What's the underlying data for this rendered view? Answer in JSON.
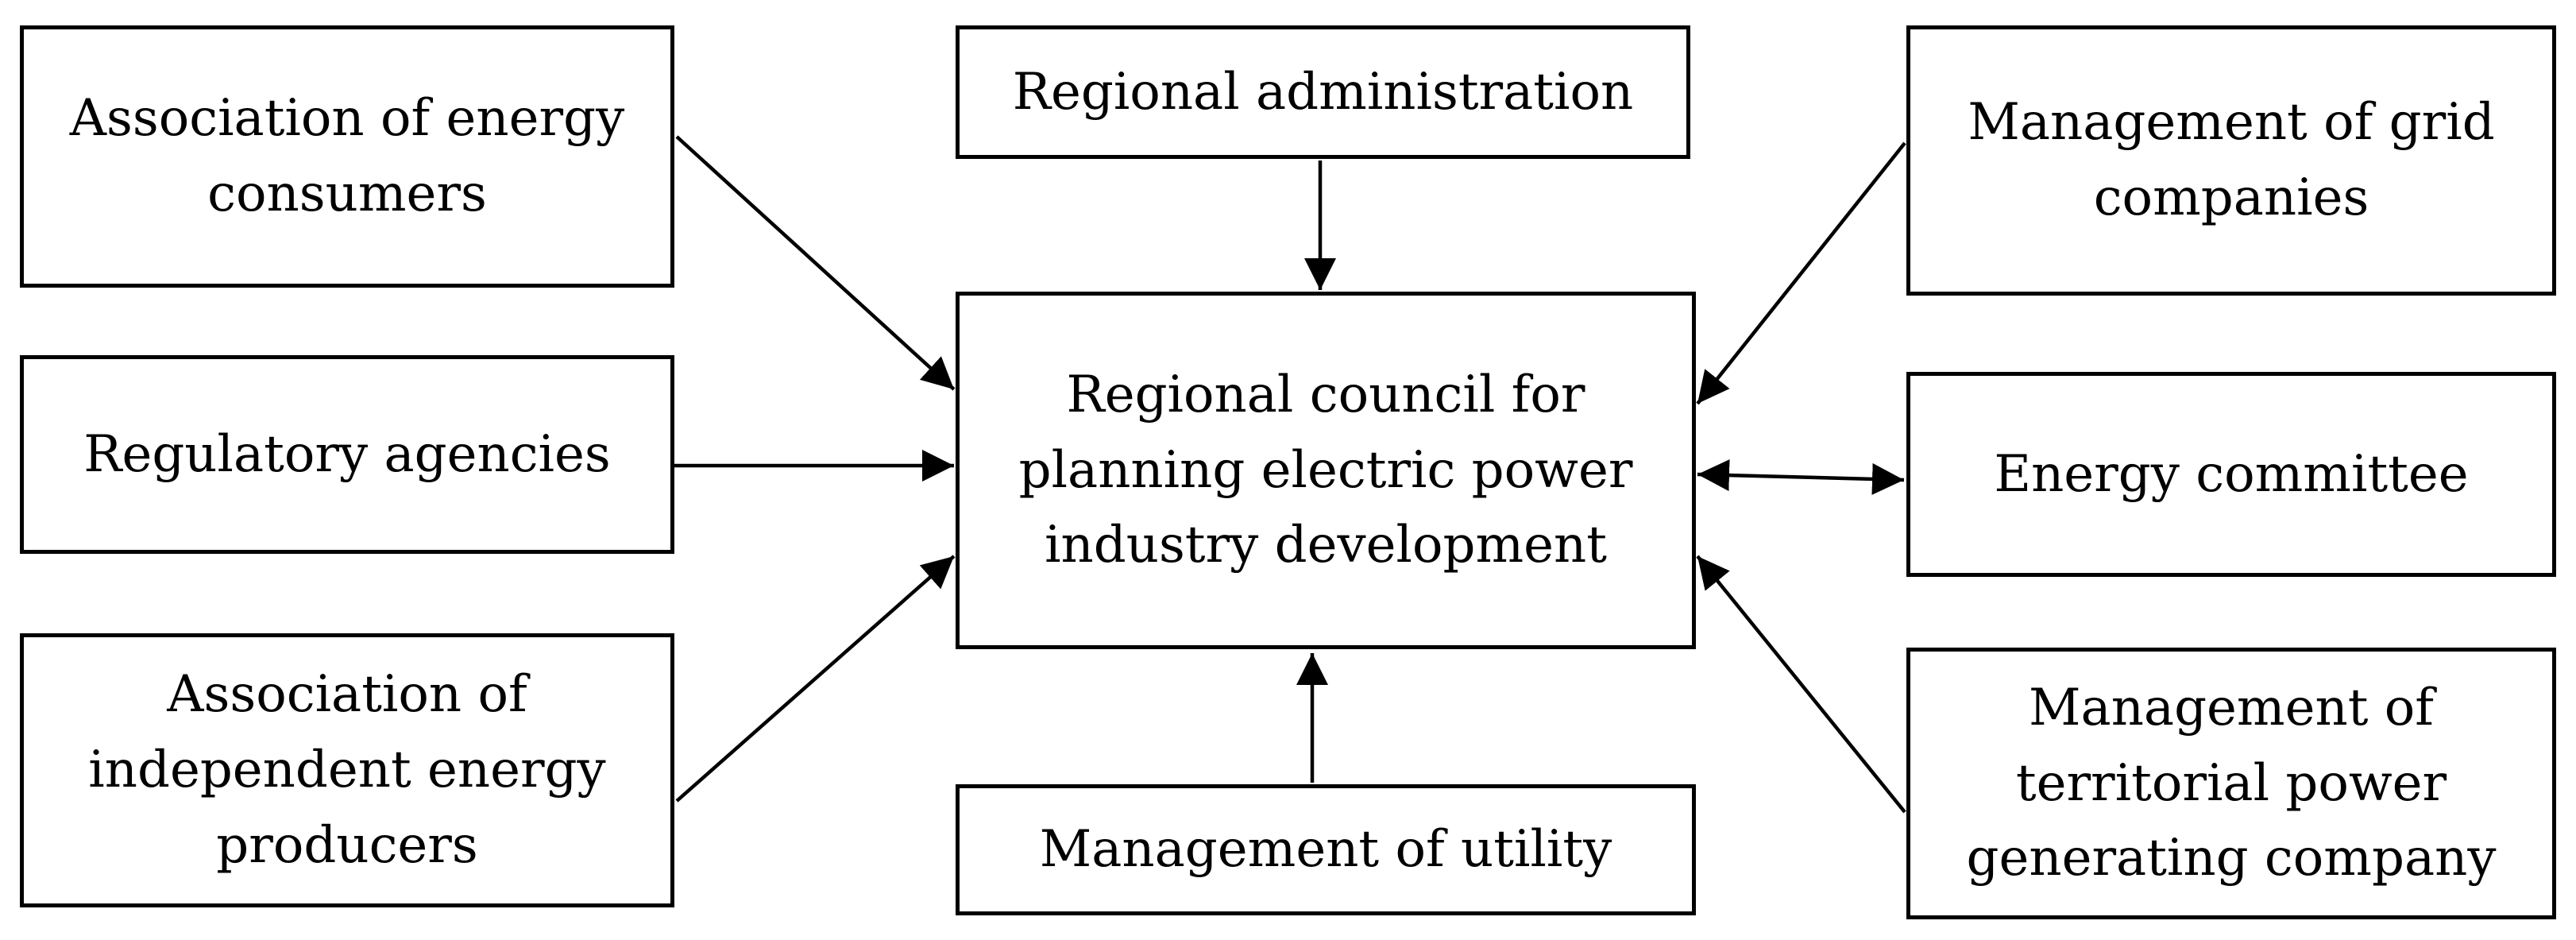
{
  "diagram": {
    "boxes": {
      "energy_consumers": "Association of energy\nconsumers",
      "regulatory_agencies": "Regulatory agencies",
      "independent_producers": "Association of\nindependent energy\nproducers",
      "regional_administration": "Regional administration",
      "regional_council": "Regional council for\nplanning electric power\nindustry development",
      "utility": "Management of utility",
      "grid_companies": "Management of grid\ncompanies",
      "energy_committee": "Energy committee",
      "territorial_company": "Management of\nterritorial power\ngenerating company"
    },
    "colors": {
      "line": "#000000",
      "background": "#ffffff"
    }
  }
}
